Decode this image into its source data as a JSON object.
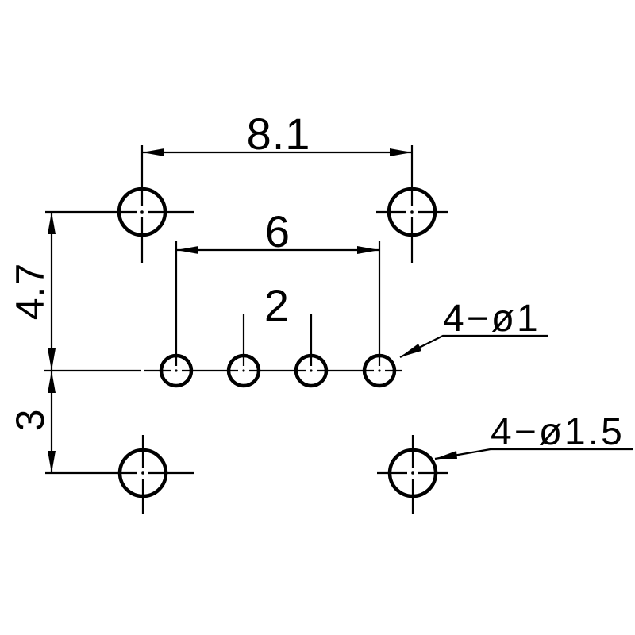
{
  "drawing": {
    "type": "technical-dimension-drawing",
    "background": "#ffffff",
    "line_color": "#000000",
    "dimensions": {
      "horizontal_top": {
        "value": "8.1",
        "orientation": "horizontal",
        "measures": "spacing between upper large hole centers"
      },
      "horizontal_inner": {
        "value": "6",
        "orientation": "horizontal",
        "measures": "spacing between outer small hole centers"
      },
      "pitch": {
        "value": "2",
        "orientation": "horizontal",
        "measures": "pitch between adjacent small holes"
      },
      "vertical_upper": {
        "value": "4.7",
        "orientation": "vertical",
        "measures": "upper large hole row to small hole row"
      },
      "vertical_lower": {
        "value": "3",
        "orientation": "vertical",
        "measures": "small hole row to lower large hole row"
      }
    },
    "labels": {
      "small_holes": {
        "text": "4−ø1",
        "meaning": "four holes of diameter 1"
      },
      "large_holes": {
        "text": "4−ø1.5",
        "meaning": "four holes of diameter 1.5"
      }
    },
    "holes": {
      "large_count": 4,
      "small_count": 4
    }
  }
}
